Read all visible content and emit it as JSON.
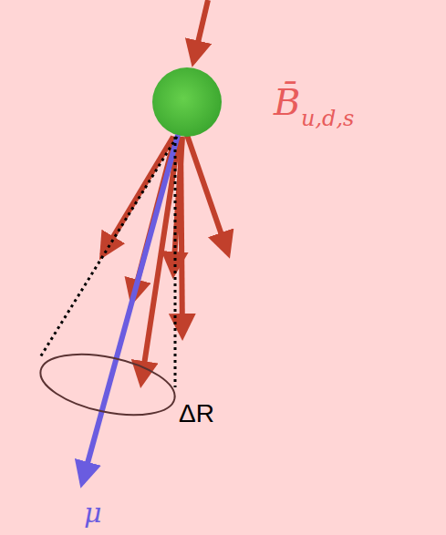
{
  "diagram": {
    "labels": [
      "B̄",
      "u,d,s",
      "ΔR",
      "μ"
    ]
  }
}
